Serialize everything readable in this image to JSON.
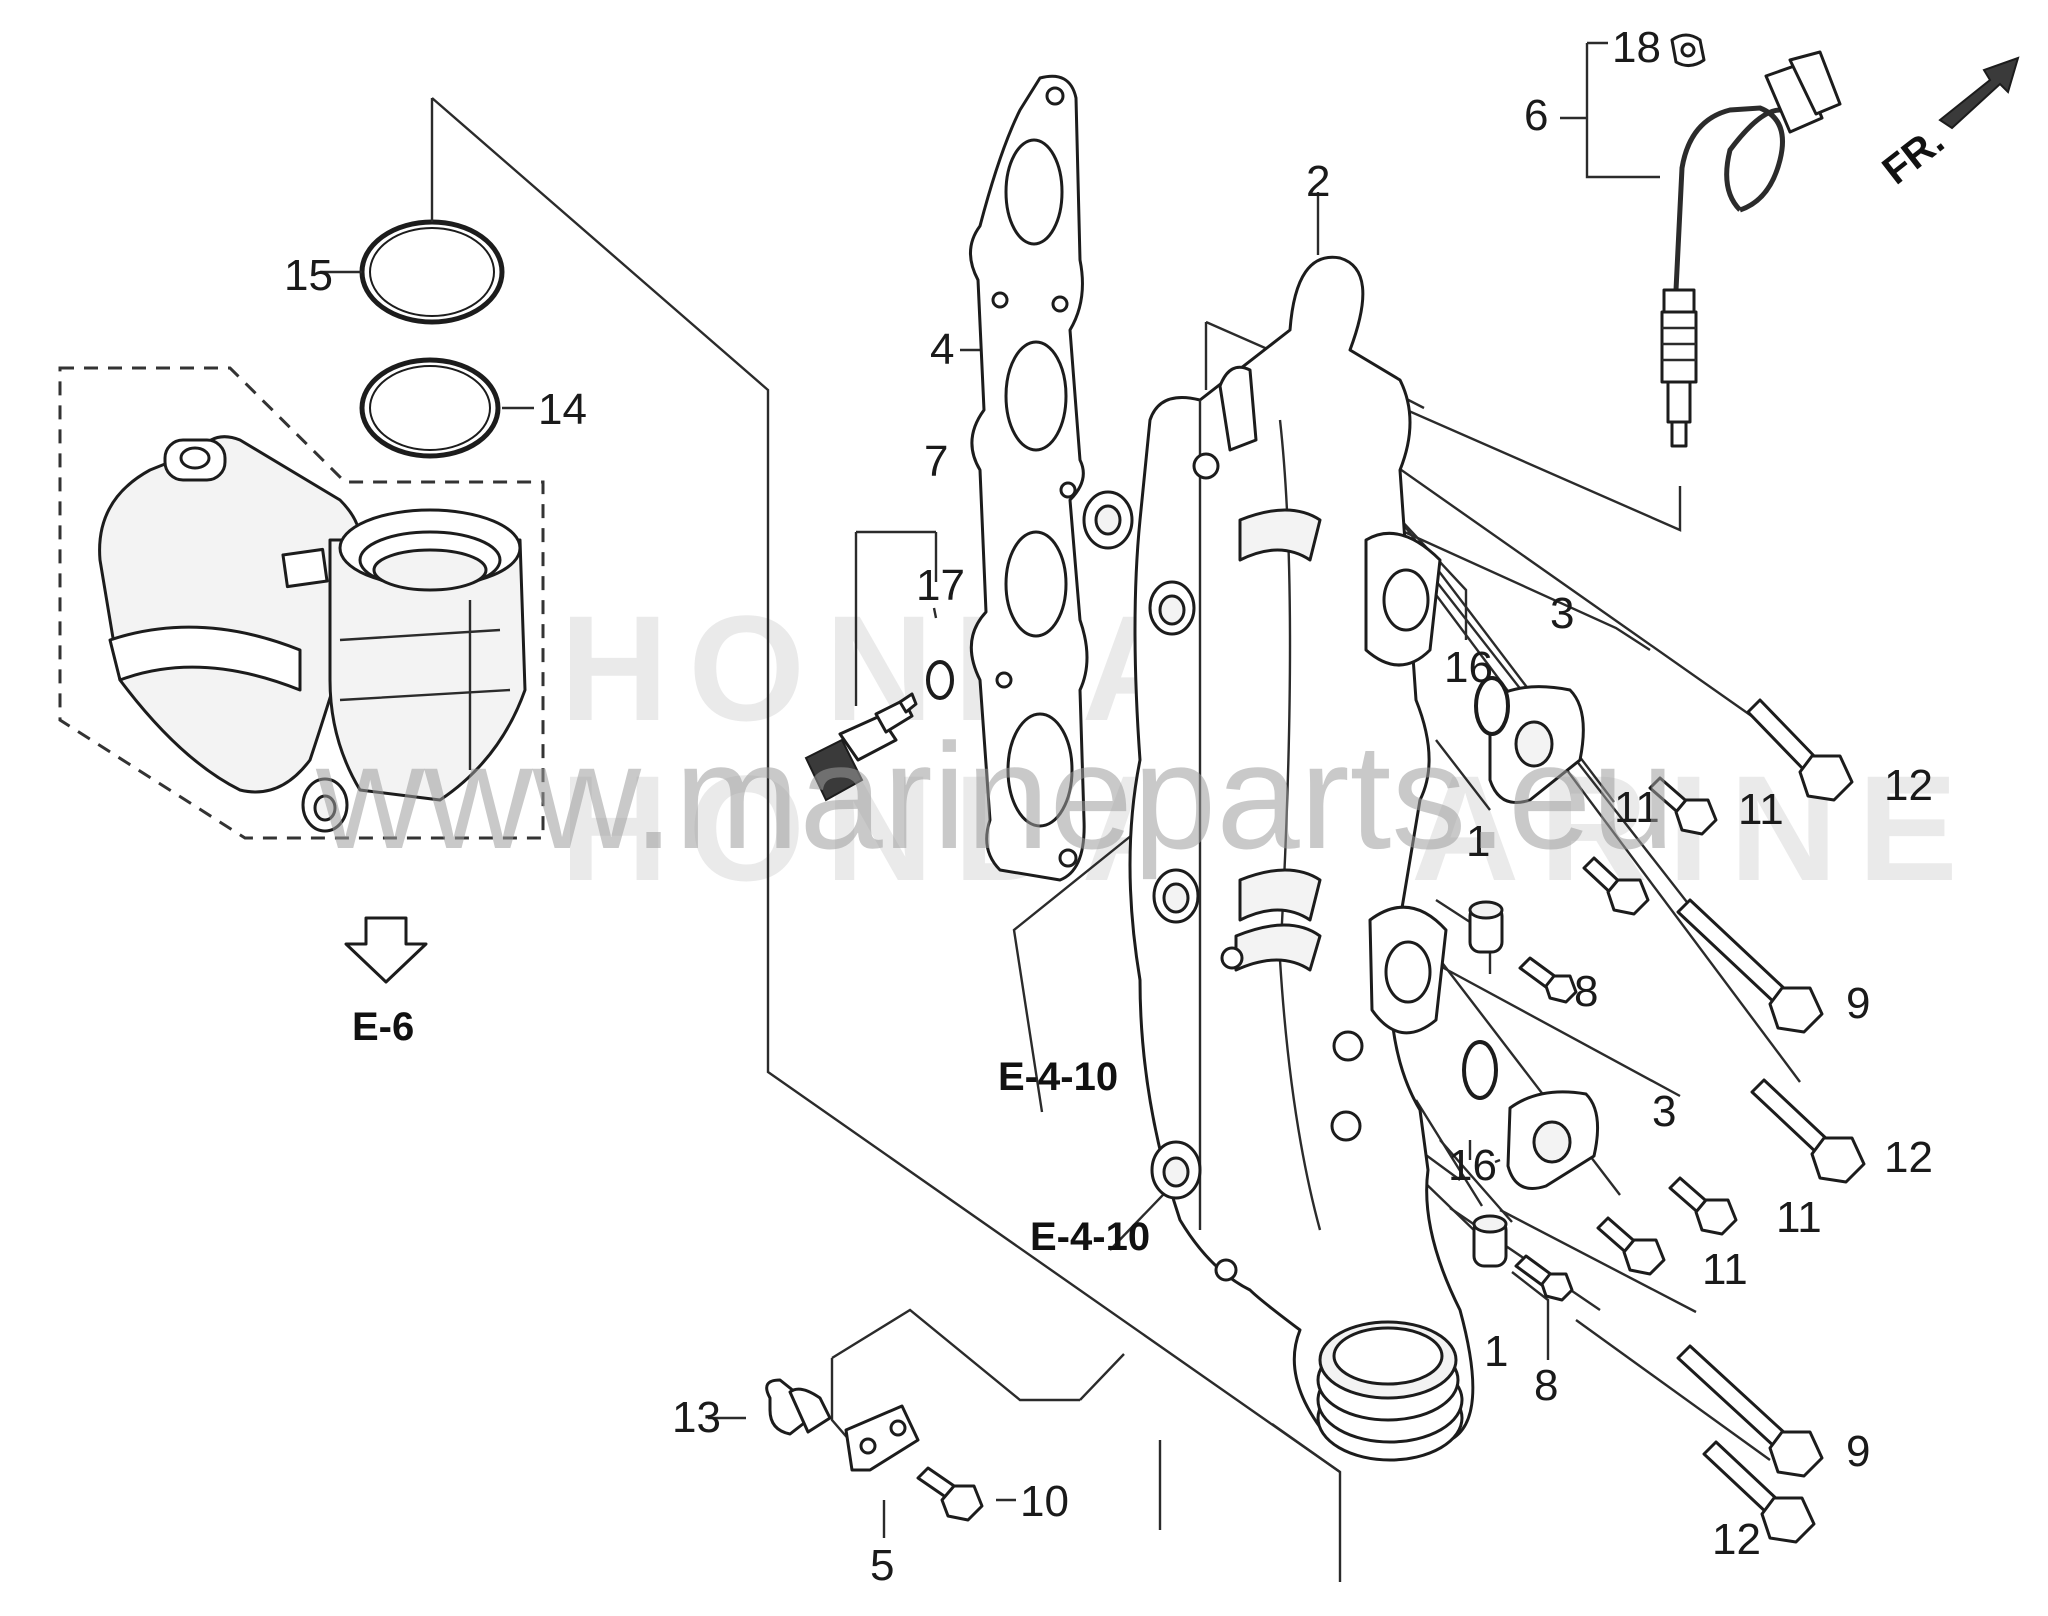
{
  "diagram": {
    "watermark": {
      "url": "www.marineparts.eu",
      "brand": "HONDA MARINE"
    },
    "orientation": "FR.",
    "refs": {
      "e6": "E-6",
      "e410_a": "E-4-10",
      "e410_b": "E-4-10"
    },
    "callouts": {
      "c1a": "1",
      "c1b": "1",
      "c2": "2",
      "c3a": "3",
      "c3b": "3",
      "c4": "4",
      "c5": "5",
      "c6": "6",
      "c7": "7",
      "c8a": "8",
      "c8b": "8",
      "c9a": "9",
      "c9b": "9",
      "c10": "10",
      "c11a": "11",
      "c11b": "11",
      "c11c": "11",
      "c11d": "11",
      "c12a": "12",
      "c12b": "12",
      "c12c": "12",
      "c13": "13",
      "c14": "14",
      "c15": "15",
      "c16a": "16",
      "c16b": "16",
      "c17": "17",
      "c18": "18"
    }
  }
}
